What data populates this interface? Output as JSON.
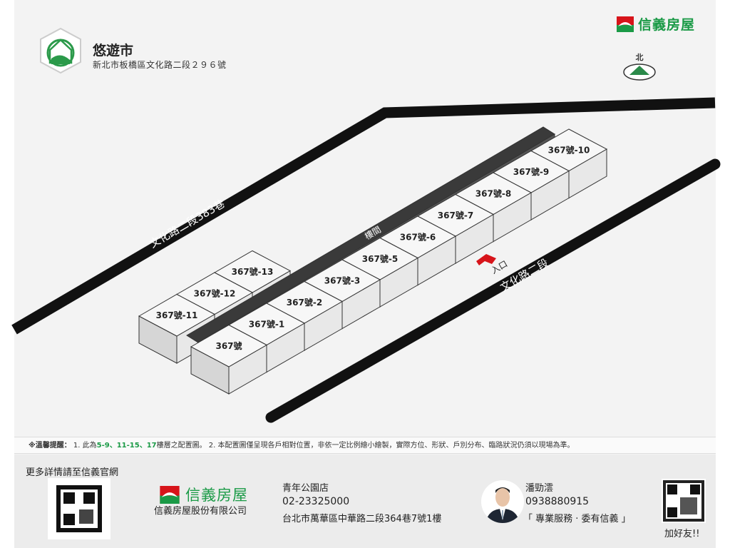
{
  "header": {
    "project_name": "悠遊市",
    "project_address": "新北市板橋區文化路二段２９６號",
    "brand": "信義房屋",
    "north_label": "北"
  },
  "map": {
    "roads": {
      "upper_left": "文化路二段383巷",
      "lower_right": "文化路二段"
    },
    "corridor_label": "樓間",
    "entrance_label": "入口",
    "entrance_color": "#d7141a",
    "front_row": [
      "367號",
      "367號-1",
      "367號-2",
      "367號-3",
      "367號-5",
      "367號-6",
      "367號-7",
      "367號-8",
      "367號-9",
      "367號-10"
    ],
    "back_row": [
      "367號-11",
      "367號-12",
      "367號-13"
    ]
  },
  "notice": {
    "prefix": "※溫馨提醒：",
    "part1": "1. 此為",
    "floors": "5-9、11-15、17",
    "part2": "樓層之配置圖。 2. 本配置圖僅呈現各戶相對位置，非依一定比例繪小繪製，實際方位、形狀、戶別分布、臨路狀況仍須以現場為準。"
  },
  "footer": {
    "more_info": "更多詳情請至信義官網",
    "brand": "信義房屋",
    "company": "信義房屋股份有限公司",
    "store": "青年公園店",
    "store_phone": "02-23325000",
    "store_address": "台北市萬華區中華路二段364巷7號1樓",
    "agent_name": "潘勁澐",
    "agent_phone": "0938880915",
    "slogan": "「 專業服務 · 委有信義 」",
    "add_friend": "加好友!!"
  },
  "colors": {
    "brand_green": "#1a9a46",
    "brand_red": "#d7141a",
    "road": "#111111"
  }
}
